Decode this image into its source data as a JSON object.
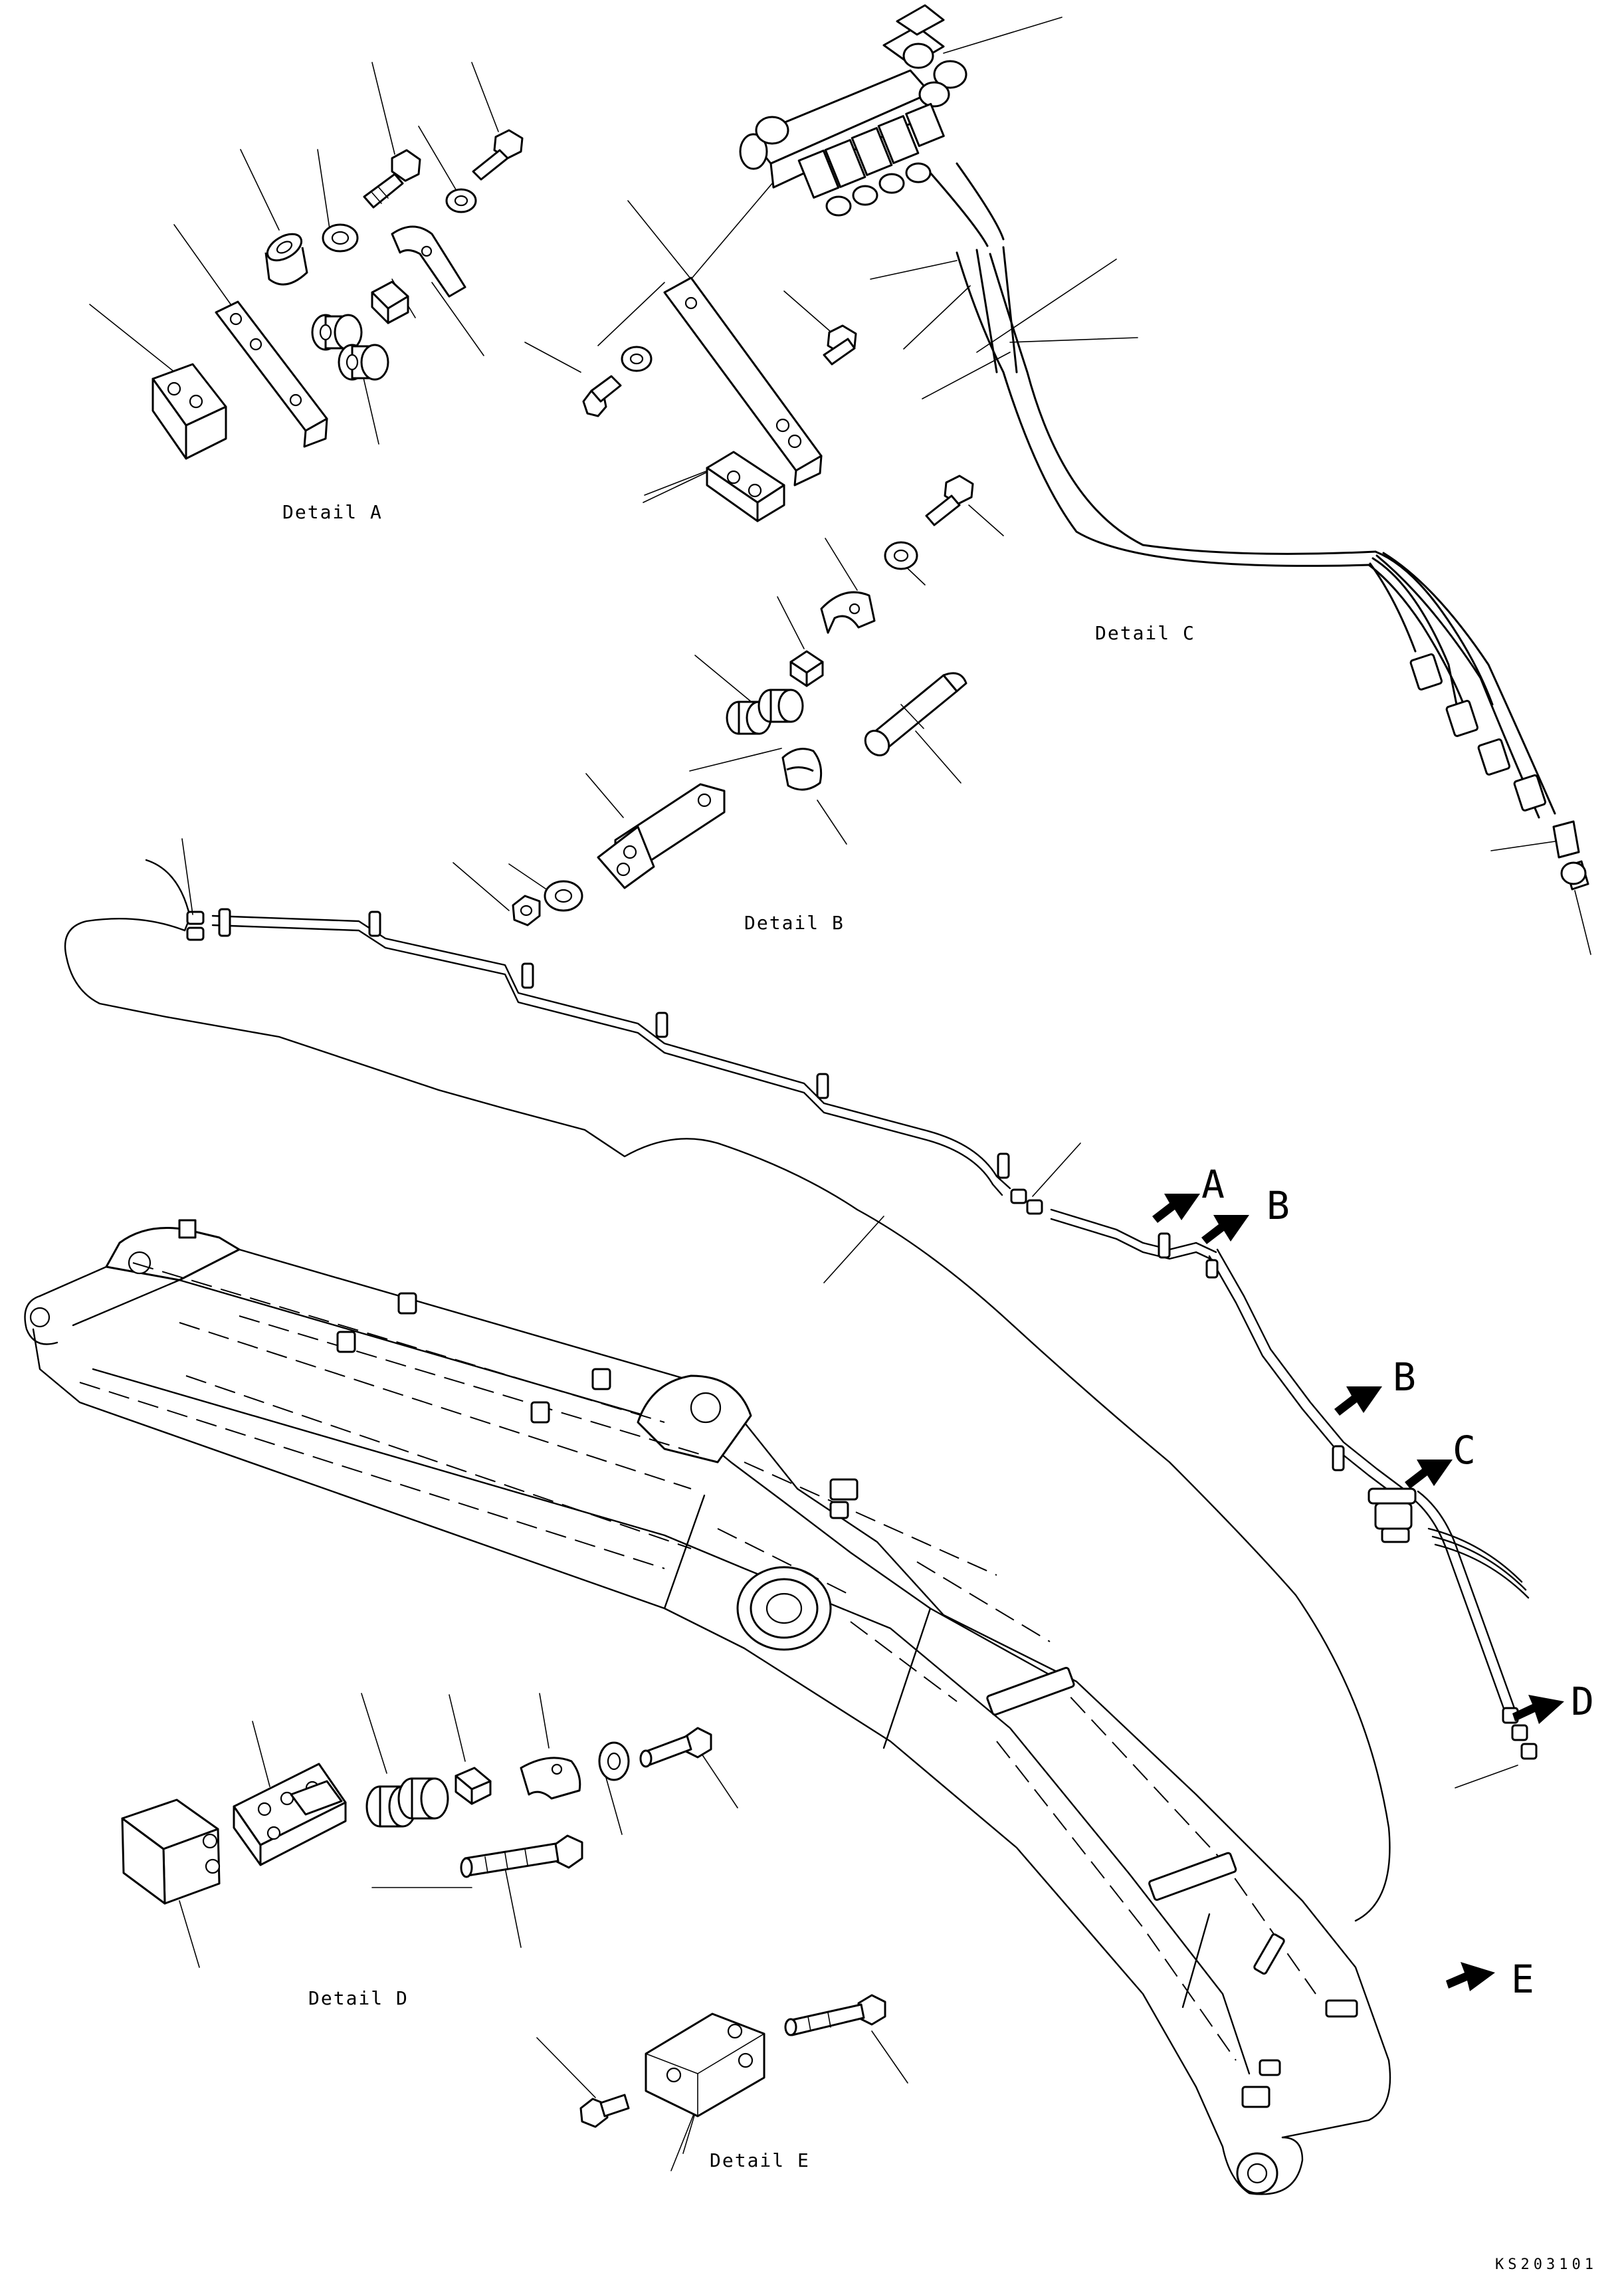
{
  "details": {
    "a": "Detail A",
    "b": "Detail B",
    "c": "Detail C",
    "d": "Detail D",
    "e": "Detail E"
  },
  "callouts": {
    "a": "A",
    "b1": "B",
    "b2": "B",
    "c": "C",
    "d": "D",
    "e": "E"
  },
  "drawing_code": "KS203101"
}
